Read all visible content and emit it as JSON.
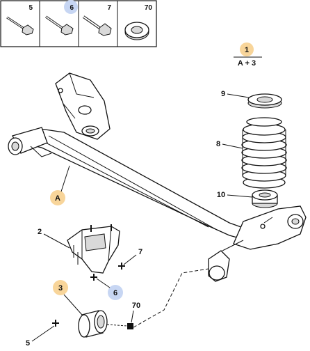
{
  "header_cells": [
    {
      "number": "5",
      "highlight": false
    },
    {
      "number": "6",
      "highlight": true
    },
    {
      "number": "7",
      "highlight": false
    },
    {
      "number": "70",
      "highlight": false
    }
  ],
  "formula": {
    "top": "1",
    "bottom": "A + 3"
  },
  "callouts": {
    "a": "A",
    "n2": "2",
    "n3": "3",
    "n5": "5",
    "n6": "6",
    "n7": "7",
    "n8": "8",
    "n9": "9",
    "n10": "10",
    "n70": "70"
  },
  "colors": {
    "highlight_orange": "#f8d59a",
    "highlight_blue": "#c7d6f3",
    "line": "#111111"
  }
}
